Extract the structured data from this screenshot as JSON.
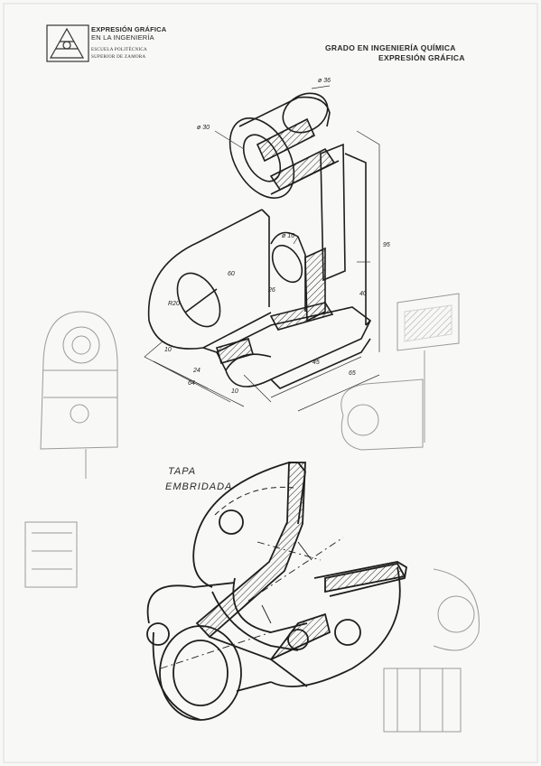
{
  "header": {
    "logo_title": "EXPRESIÓN GRÁFICA",
    "logo_subtitle": "EN LA INGENIERÍA",
    "logo_school_line1": "ESCUELA POLITÉCNICA",
    "logo_school_line2": "SUPERIOR DE ZAMORA",
    "degree": "GRADO EN INGENIERÍA QUÍMICA",
    "subject": "EXPRESIÓN GRÁFICA"
  },
  "drawing1": {
    "dimensions": {
      "d36": "ø 36",
      "d30": "ø 30",
      "d16": "ø 16",
      "r20": "R20",
      "v95": "95",
      "v40": "40",
      "v10": "10",
      "v24": "24",
      "v64": "64",
      "v10b": "10",
      "v45": "45",
      "v65": "65",
      "v60": "60",
      "v26": "26"
    }
  },
  "drawing2": {
    "title_line1": "TAPA",
    "title_line2": "EMBRIDADA"
  },
  "colors": {
    "ink": "#1e1e1e",
    "pencil": "#9a9a9a",
    "paper": "#f8f8f6"
  }
}
